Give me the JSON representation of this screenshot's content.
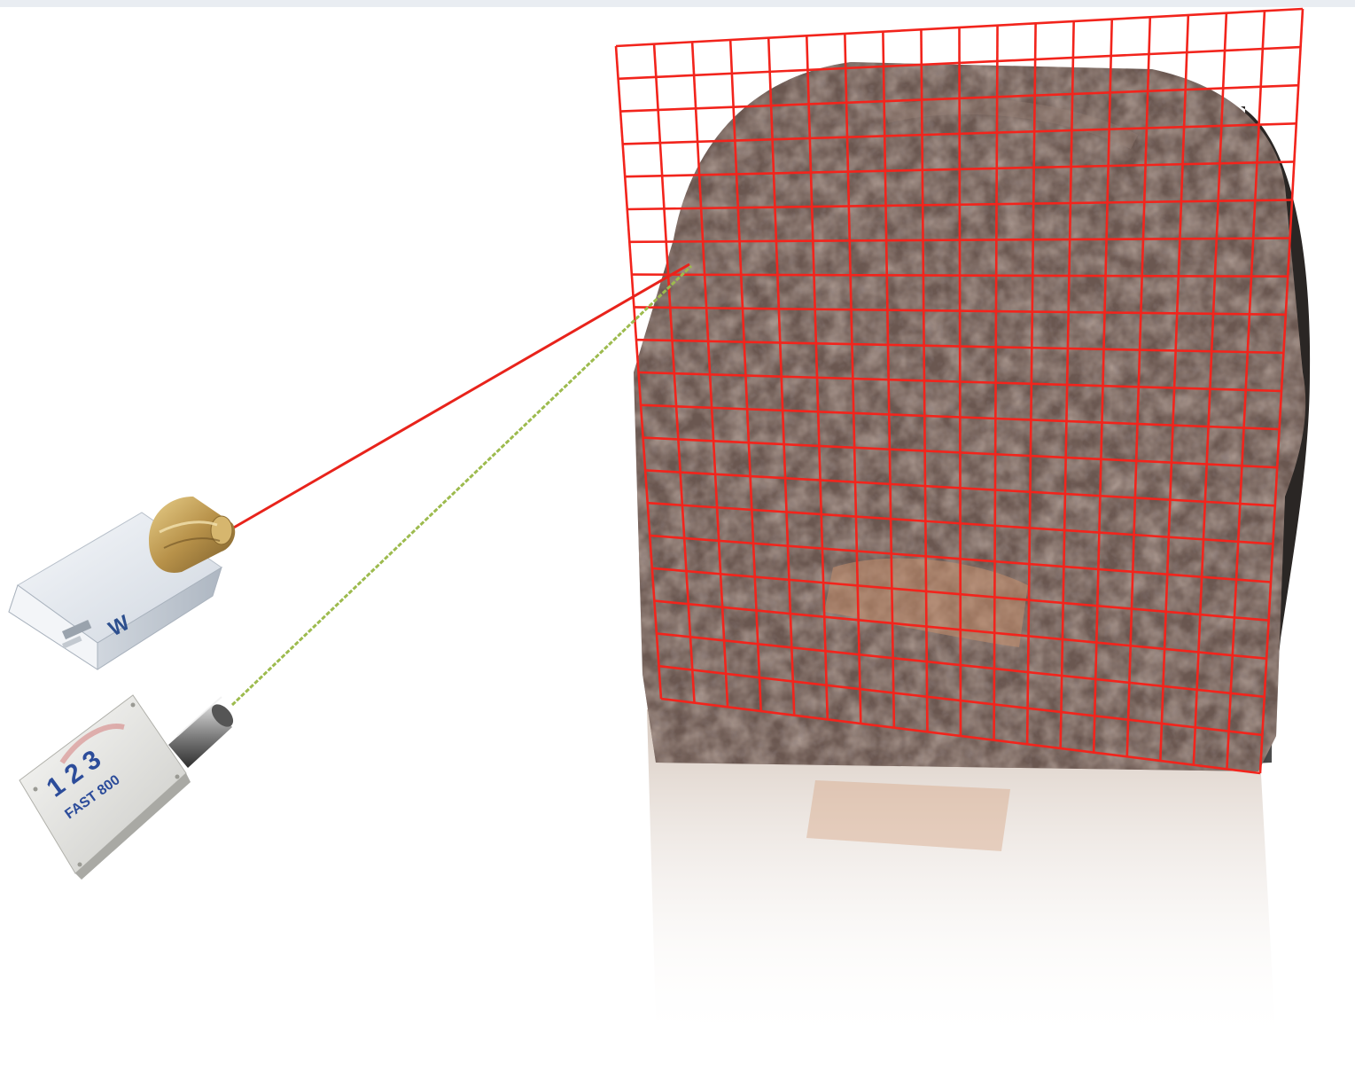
{
  "figure": {
    "background": "#ffffff",
    "top_strip_color": "#e9edf2",
    "grid_color": "#f2241c",
    "grid_columns": 18,
    "grid_rows": 20,
    "rock_color": "#6e5a50",
    "rock_highlight_color": "#b08a6a",
    "laser_red_color": "#e8231b",
    "laser_green_color": "#9dbb4e"
  },
  "laser_device": {
    "icon": "laser-scanner-icon",
    "housing_color": "#e7ebf0",
    "lens_color": "#c9a760",
    "label": "W"
  },
  "camera_device": {
    "icon": "camera-icon",
    "housing_color": "#eeeeec",
    "label_numbers": "1 2 3",
    "label_text": "FAST 800"
  }
}
